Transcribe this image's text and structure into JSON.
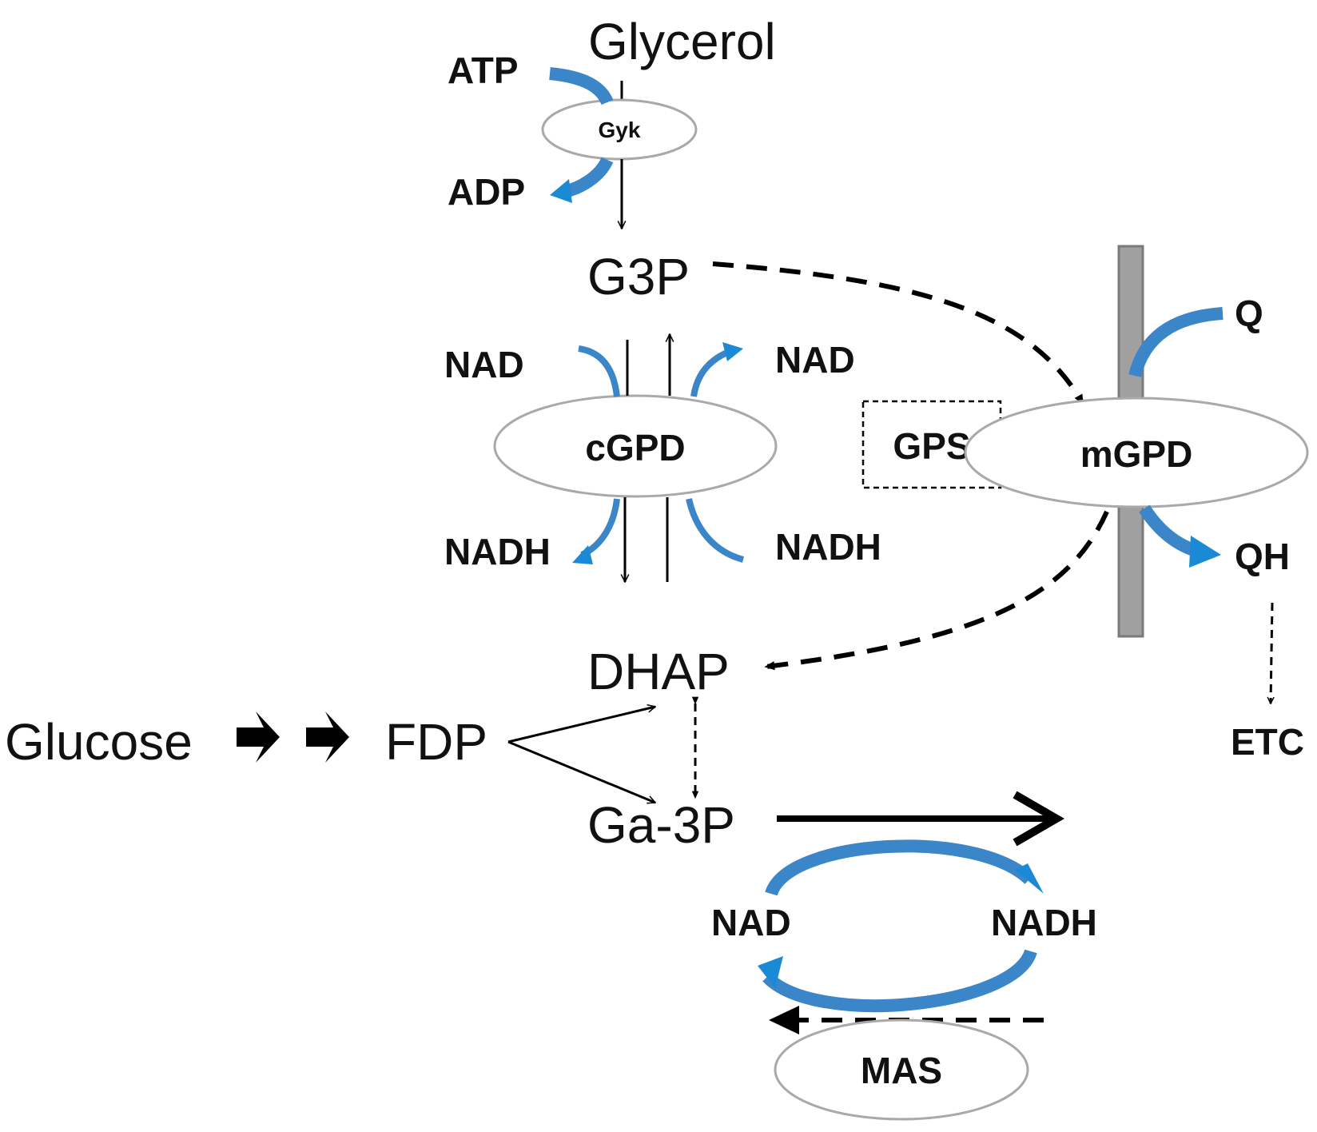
{
  "metabolites": {
    "glycerol": "Glycerol",
    "g3p": "G3P",
    "dhap": "DHAP",
    "glucose": "Glucose",
    "fdp": "FDP",
    "ga3p": "Ga-3P"
  },
  "cofactors": {
    "atp": "ATP",
    "adp": "ADP",
    "nad_left": "NAD",
    "nad_right": "NAD",
    "nadh_left": "NADH",
    "nadh_right": "NADH",
    "q": "Q",
    "qh": "QH",
    "etc": "ETC",
    "nad_bottom": "NAD",
    "nadh_bottom": "NADH"
  },
  "enzymes": {
    "gyk": "Gyk",
    "cgpd": "cGPD",
    "mgpd": "mGPD",
    "gps": "GPS",
    "mas": "MAS"
  },
  "colors": {
    "cofactor_arrow": "#3a86c8",
    "cofactor_arrow_head": "#1a8ad6",
    "membrane": "#a0a0a0",
    "enzyme_outline": "#a9a9a9"
  }
}
